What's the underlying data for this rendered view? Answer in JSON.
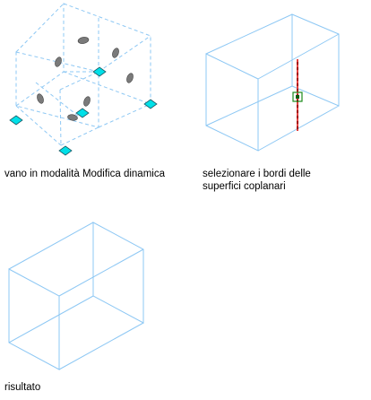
{
  "colors": {
    "box_edge": "#8EC8F4",
    "grip": "#00E0E8",
    "grip_border": "#1a5a66",
    "handle": "#7a7a7a",
    "selected_edge_base": "#a00000",
    "selected_edge_dash": "#ff5b5b",
    "midpoint_marker": "#1c8a1c"
  },
  "panels": [
    {
      "id": "dynamic-edit",
      "caption": "vano in modalità Modifica dinamica"
    },
    {
      "id": "select-edges",
      "caption_line1": "selezionare i bordi delle",
      "caption_line2": "superfici coplanari"
    },
    {
      "id": "result",
      "caption": "risultato"
    }
  ]
}
